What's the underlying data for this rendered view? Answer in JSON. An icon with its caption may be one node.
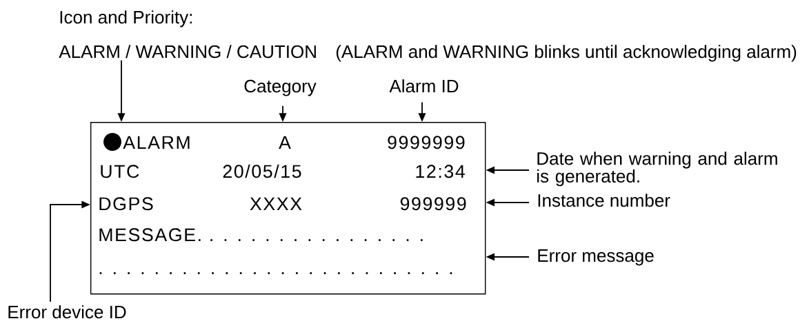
{
  "diagram": {
    "nodes": [
      {
        "text": [
          "ALARM / WARNING / CAUTION"
        ]
      },
      {
        "text": [
          "Category"
        ]
      },
      {
        "text": [
          "Alarm ID"
        ]
      },
      {
        "text": [],
        "shape": "box"
      },
      {
        "text": [],
        "shape": "circle",
        "in": 3
      },
      {
        "text": [
          "ALARM"
        ],
        "in": 3
      },
      {
        "text": [
          "A"
        ],
        "in": 3
      },
      {
        "text": [
          "9999999"
        ],
        "in": 3
      },
      {
        "text": [
          "UTC"
        ],
        "in": 3
      },
      {
        "text": [
          "20/05/15"
        ],
        "in": 3
      },
      {
        "text": [
          "12:34"
        ],
        "in": 3
      },
      {
        "text": [
          "DGPS"
        ],
        "in": 3
      },
      {
        "text": [
          "XXXX"
        ],
        "in": 3
      },
      {
        "text": [
          "999999"
        ],
        "in": 3
      },
      {
        "text": [
          "MESSAGE. . . . . . . . . . . . . . . . ."
        ],
        "in": 3
      },
      {
        "text": [
          ". . . . . . . . . . . . . . . . . . . . . . . . . ."
        ],
        "in": 3
      },
      {
        "text": [
          "Date when warning and alarm is generated."
        ]
      },
      {
        "text": [
          "Instance number"
        ]
      },
      {
        "text": [
          "Error message"
        ]
      },
      {
        "text": [
          "Error device ID"
        ]
      }
    ],
    "edges": [
      {
        "from": 0,
        "to": 3,
        "arrow": "to"
      },
      {
        "from": 1,
        "to": 3,
        "arrow": "to"
      },
      {
        "from": 2,
        "to": 3,
        "arrow": "to"
      },
      {
        "from": 16,
        "to": 3,
        "arrow": "to"
      },
      {
        "from": 17,
        "to": 3,
        "arrow": "to"
      },
      {
        "from": 18,
        "to": 3,
        "arrow": "to"
      },
      {
        "from": 19,
        "to": 3,
        "arrow": "to"
      }
    ],
    "labels": [
      "Icon and Priority:",
      "(ALARM and WARNING blinks until acknowledging alarm)"
    ]
  }
}
